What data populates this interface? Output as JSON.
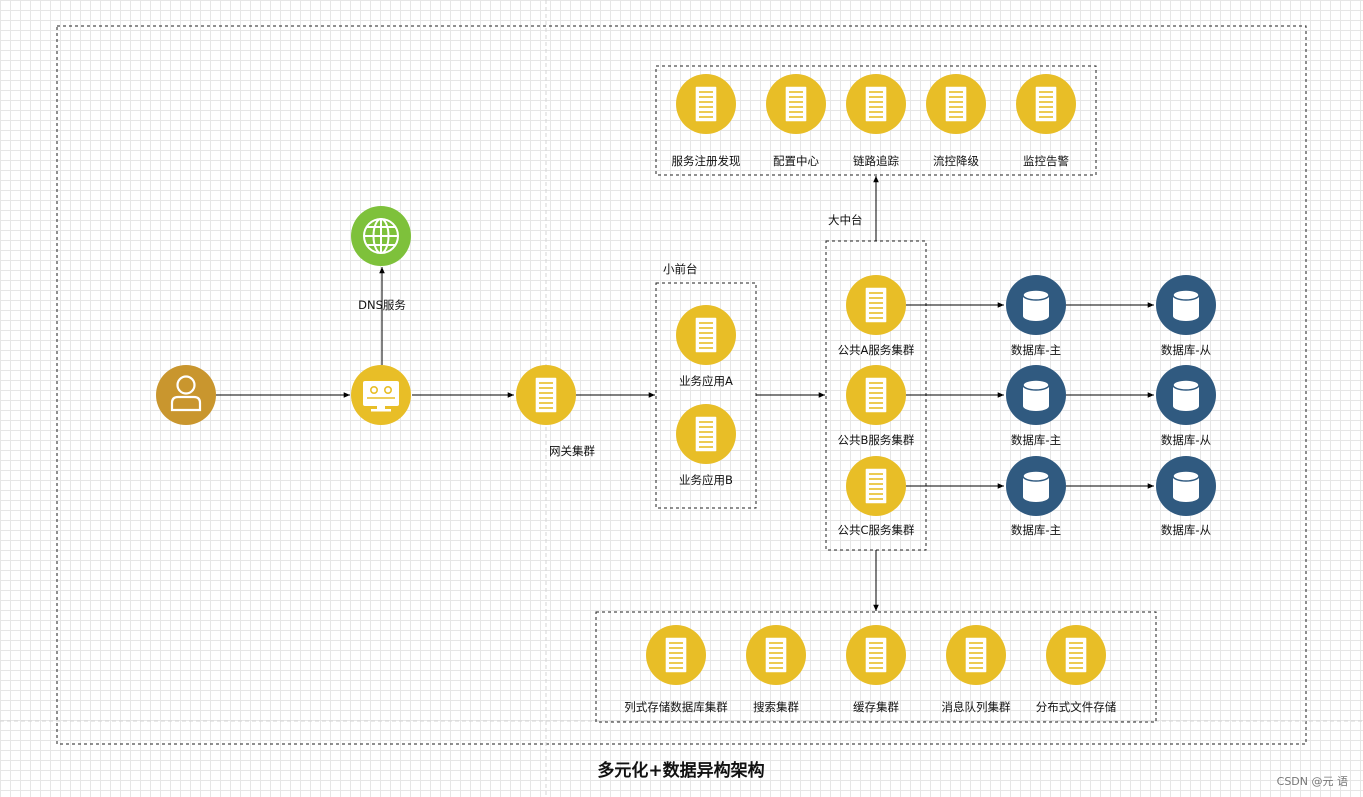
{
  "title": "多元化+数据异构架构",
  "watermark": "CSDN @元 语",
  "colors": {
    "gold": "#E8BE27",
    "dark_gold": "#C9962E",
    "green": "#7EC13B",
    "navy": "#305A80"
  },
  "nodes": {
    "user": {
      "icon": "user-icon"
    },
    "web": {
      "icon": "computer-monitor-icon"
    },
    "dns": {
      "icon": "globe-icon",
      "label": "DNS服务"
    },
    "gateway": {
      "icon": "server-icon",
      "label": "网关集群"
    }
  },
  "groups": {
    "small_front": {
      "label": "小前台",
      "apps": [
        "业务应用A",
        "业务应用B"
      ]
    },
    "middle_platform": {
      "label": "大中台",
      "services": [
        "公共A服务集群",
        "公共B服务集群",
        "公共C服务集群"
      ]
    },
    "governance": {
      "items": [
        "服务注册发现",
        "配置中心",
        "链路追踪",
        "流控降级",
        "监控告警"
      ]
    },
    "storage": {
      "items": [
        "列式存储数据库集群",
        "搜索集群",
        "缓存集群",
        "消息队列集群",
        "分布式文件存储"
      ]
    }
  },
  "databases": [
    {
      "master": "数据库-主",
      "slave": "数据库-从"
    },
    {
      "master": "数据库-主",
      "slave": "数据库-从"
    },
    {
      "master": "数据库-主",
      "slave": "数据库-从"
    }
  ]
}
